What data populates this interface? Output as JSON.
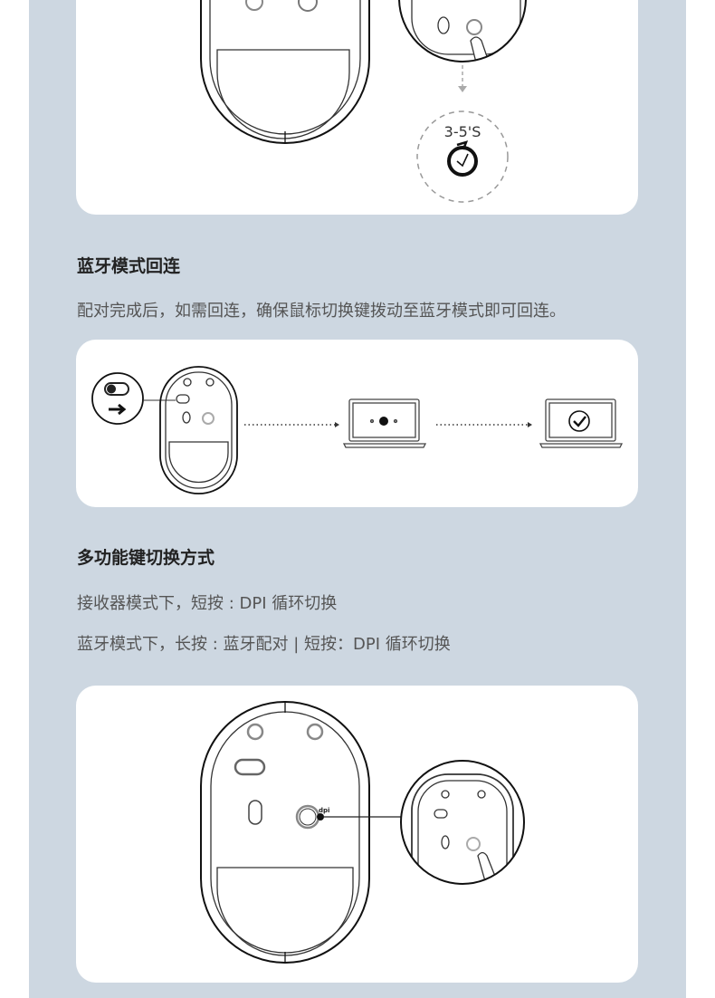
{
  "step1": {
    "duration_label": "3-5'S",
    "clock_icon": "timer-icon"
  },
  "section_bt_reconnect": {
    "title": "蓝牙模式回连",
    "description": "配对完成后，如需回连，确保鼠标切换键拨动至蓝牙模式即可回连。"
  },
  "section_multifunction": {
    "title": "多功能键切换方式",
    "lines": [
      "接收器模式下，短按 : DPI 循环切换",
      "蓝牙模式下，长按 : 蓝牙配对 | 短按：DPI 循环切换"
    ]
  },
  "diagram": {
    "dpi_label": "dpi"
  },
  "colors": {
    "panel": "#cdd7e1",
    "card": "#ffffff",
    "heading": "#222222",
    "body": "#555555"
  }
}
